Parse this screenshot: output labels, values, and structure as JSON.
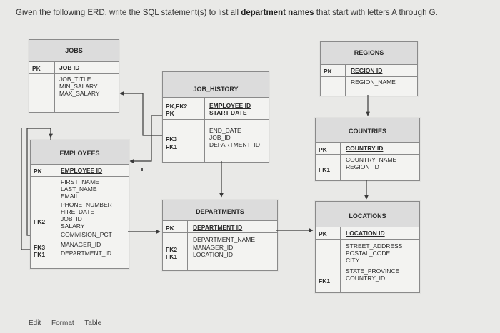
{
  "question": {
    "prefix": "Given the following ERD, write the SQL statement(s) to list all ",
    "bold": "department names",
    "suffix": " that start with letters A through G."
  },
  "entities": {
    "jobs": {
      "title": "JOBS",
      "keys": [
        "PK"
      ],
      "pk_fields": [
        "JOB ID"
      ],
      "fields": [
        "JOB_TITLE",
        "MIN_SALARY",
        "MAX_SALARY"
      ]
    },
    "regions": {
      "title": "REGIONS",
      "keys": [
        "PK"
      ],
      "pk_fields": [
        "REGION ID"
      ],
      "fields": [
        "REGION_NAME"
      ]
    },
    "job_history": {
      "title": "JOB_HISTORY",
      "keys": [
        "PK,FK2",
        "PK",
        "FK3",
        "FK1"
      ],
      "pk_fields": [
        "EMPLOYEE ID",
        "START DATE"
      ],
      "fields": [
        "END_DATE",
        "JOB_ID",
        "DEPARTMENT_ID"
      ]
    },
    "countries": {
      "title": "COUNTRIES",
      "keys": [
        "PK",
        "FK1"
      ],
      "pk_fields": [
        "COUNTRY ID"
      ],
      "fields": [
        "COUNTRY_NAME",
        "REGION_ID"
      ]
    },
    "employees": {
      "title": "EMPLOYEES",
      "keys": [
        "PK",
        "FK2",
        "FK3",
        "FK1"
      ],
      "pk_fields": [
        "EMPLOYEE ID"
      ],
      "fields": [
        "FIRST_NAME",
        "LAST_NAME",
        "EMAIL",
        "PHONE_NUMBER",
        "HIRE_DATE",
        "JOB_ID",
        "SALARY",
        "COMMISION_PCT",
        "MANAGER_ID",
        "DEPARTMENT_ID"
      ]
    },
    "departments": {
      "title": "DEPARTMENTS",
      "keys": [
        "PK",
        "FK2",
        "FK1"
      ],
      "pk_fields": [
        "DEPARTMENT ID"
      ],
      "fields": [
        "DEPARTMENT_NAME",
        "MANAGER_ID",
        "LOCATION_ID"
      ]
    },
    "locations": {
      "title": "LOCATIONS",
      "keys": [
        "PK",
        "FK1"
      ],
      "pk_fields": [
        "LOCATION ID"
      ],
      "fields": [
        "STREET_ADDRESS",
        "POSTAL_CODE",
        "CITY",
        "STATE_PROVINCE",
        "COUNTRY_ID"
      ]
    }
  },
  "footer": {
    "items": [
      "Edit",
      "Format",
      "Table"
    ]
  }
}
